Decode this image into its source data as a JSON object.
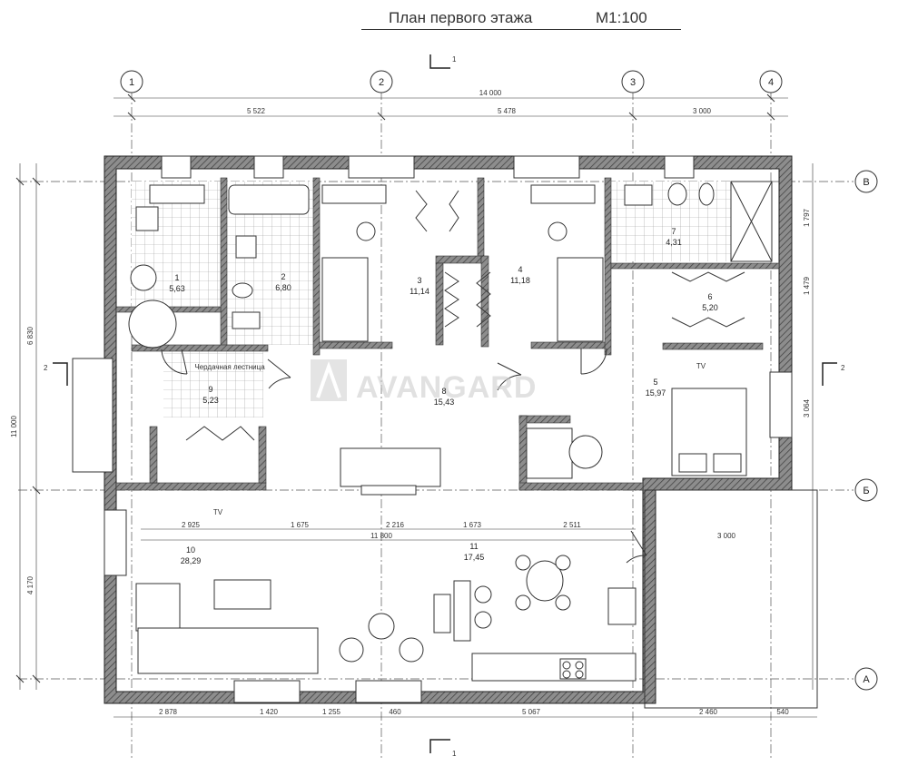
{
  "title": {
    "name": "План первого этажа",
    "scale": "М1:100"
  },
  "watermark": "AVANGARD",
  "axes": {
    "vertical": [
      "1",
      "2",
      "3",
      "4"
    ],
    "horizontal": [
      "В",
      "Б",
      "А"
    ]
  },
  "sections": {
    "top": "1",
    "bottom": "1",
    "left": "2",
    "right": "2"
  },
  "dimensions": {
    "total_width": "14 000",
    "spans": [
      "5 522",
      "5 478",
      "3 000"
    ],
    "total_height": "11 000",
    "left_parts": [
      "6 830",
      "4 170"
    ],
    "right_parts": [
      "1 797",
      "1 479",
      "3 064"
    ],
    "bottom_chain": [
      "2 878",
      "1 420",
      "1 255",
      "460",
      "5 067",
      "2 460",
      "540"
    ],
    "inner_long": "11 800",
    "inner_chain": [
      "2 925",
      "1 675",
      "2 216",
      "1 673",
      "2 511"
    ],
    "terrace": "3 000"
  },
  "rooms": [
    {
      "num": "1",
      "area": "5,63"
    },
    {
      "num": "2",
      "area": "6,80"
    },
    {
      "num": "3",
      "area": "11,14"
    },
    {
      "num": "4",
      "area": "11,18"
    },
    {
      "num": "7",
      "area": "4,31"
    },
    {
      "num": "6",
      "area": "5,20"
    },
    {
      "num": "9",
      "area": "5,23"
    },
    {
      "num": "8",
      "area": "15,43"
    },
    {
      "num": "5",
      "area": "15,97"
    },
    {
      "num": "10",
      "area": "28,29"
    },
    {
      "num": "11",
      "area": "17,45"
    }
  ],
  "labels": {
    "tv1": "TV",
    "tv2": "TV",
    "stairs": "Чердачная лестница"
  }
}
